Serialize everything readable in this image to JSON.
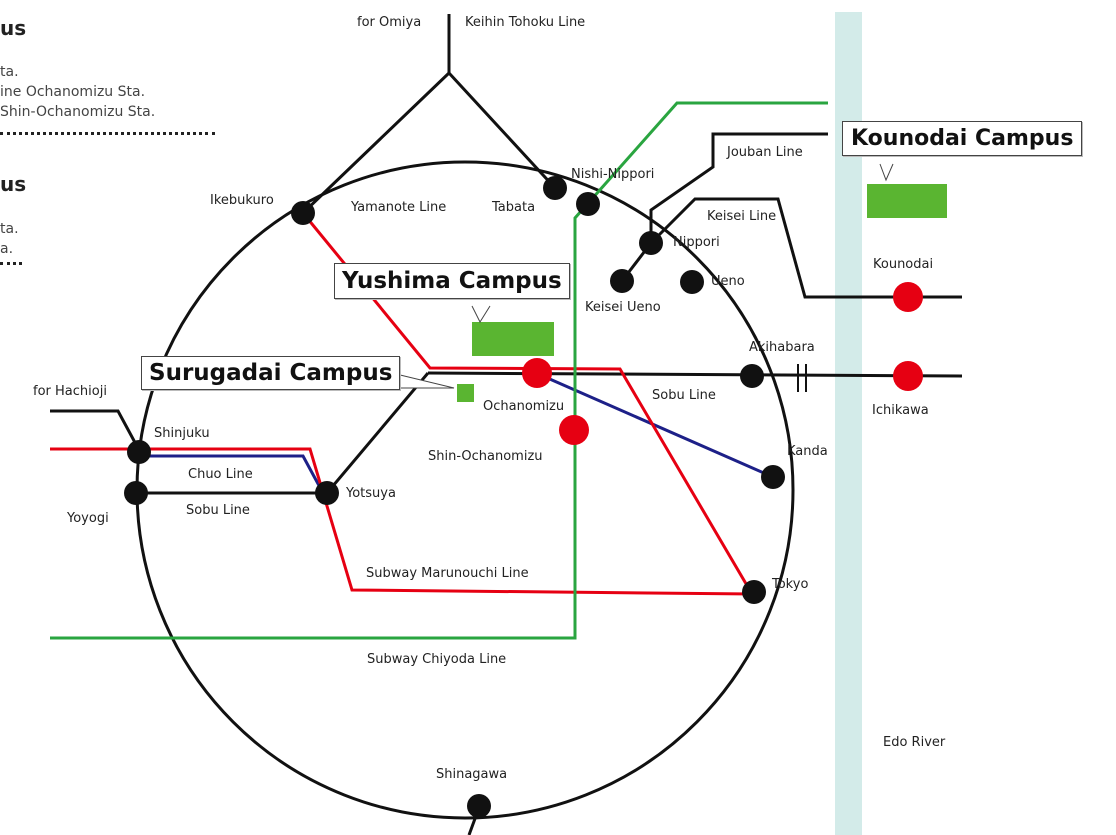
{
  "legend": {
    "block1": {
      "title": "us",
      "lines": [
        "ta.",
        "ine Ochanomizu Sta.",
        "Shin-Ochanomizu Sta."
      ]
    },
    "block2": {
      "title": "us",
      "lines": [
        "ta.",
        "a."
      ]
    }
  },
  "campuses": {
    "kounodai": "Kounodai Campus",
    "yushima": "Yushima Campus",
    "surugadai": "Surugadai Campus"
  },
  "lines": {
    "for_omiya": "for Omiya",
    "keihin_tohoku": "Keihin Tohoku Line",
    "jouban": "Jouban Line",
    "yamanote": "Yamanote Line",
    "keisei": "Keisei Line",
    "sobu": "Sobu Line",
    "chuo": "Chuo Line",
    "sobu2": "Sobu Line",
    "marunouchi": "Subway Marunouchi Line",
    "chiyoda": "Subway Chiyoda Line",
    "for_hachioji": "for Hachioji"
  },
  "stations": {
    "nishi_nippori": "Nishi-Nippori",
    "tabata": "Tabata",
    "ikebukuro": "Ikebukuro",
    "nippori": "Nippori",
    "ueno": "Ueno",
    "keisei_ueno": "Keisei Ueno",
    "akihabara": "Akihabara",
    "ochanomizu": "Ochanomizu",
    "shin_ochanomizu": "Shin-Ochanomizu",
    "kanda": "Kanda",
    "shinjuku": "Shinjuku",
    "yoyogi": "Yoyogi",
    "yotsuya": "Yotsuya",
    "tokyo": "Tokyo",
    "shinagawa": "Shinagawa",
    "kounodai": "Kounodai",
    "ichikawa": "Ichikawa"
  },
  "river": "Edo River",
  "colors": {
    "jr": "#111111",
    "marunouchi": "#e60012",
    "chiyoda": "#2aa540",
    "chuo": "#1d2088",
    "campus": "#5ab531",
    "river": "#d3ebe9",
    "station_subway": "#e60012",
    "station_jr": "#111111"
  }
}
